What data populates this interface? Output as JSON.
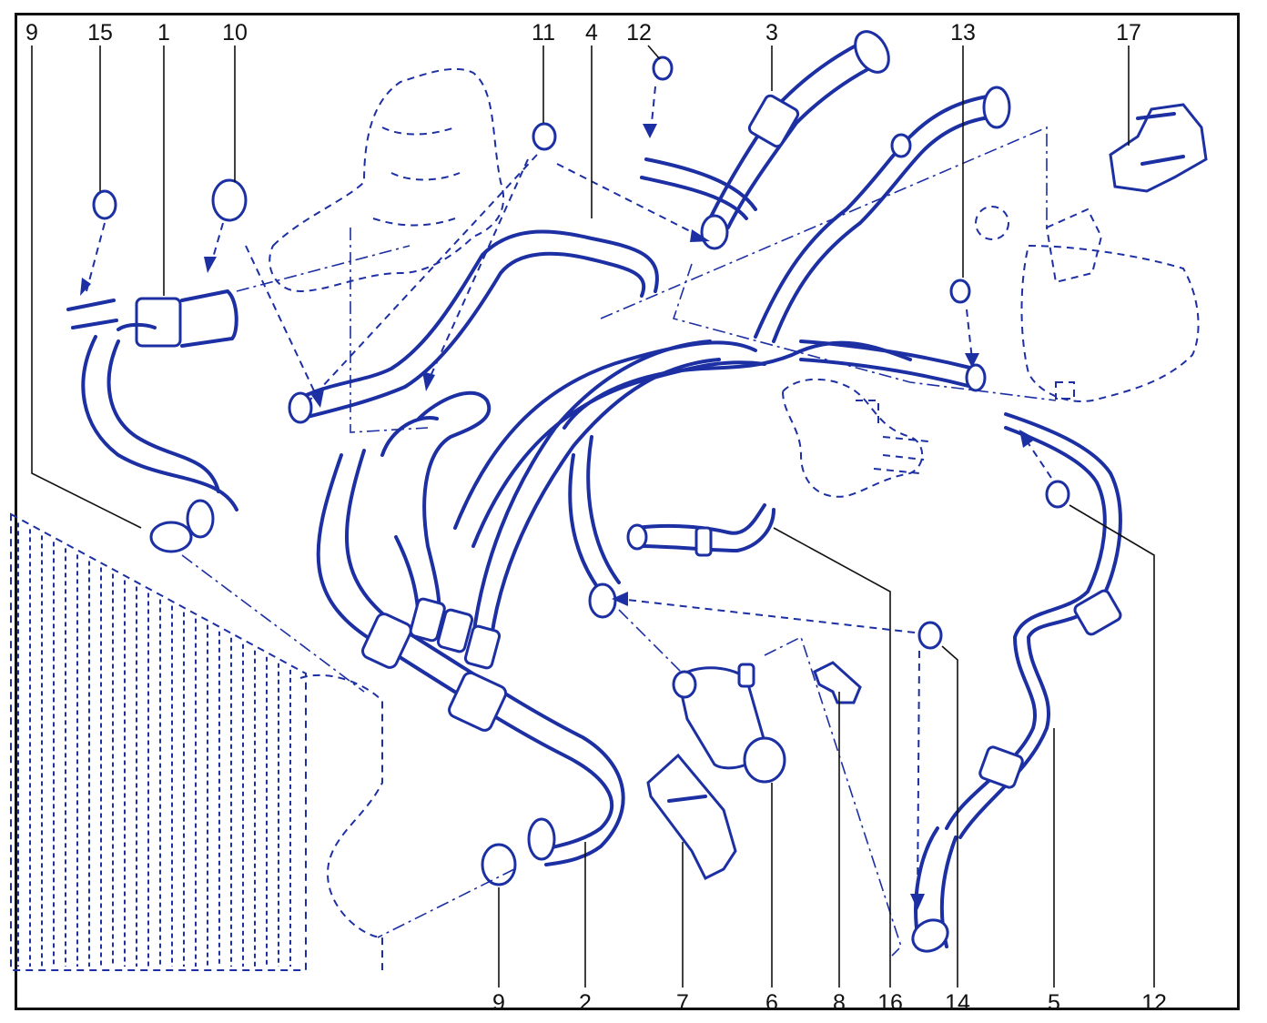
{
  "callouts_top": [
    "9",
    "15",
    "1",
    "10",
    "11",
    "4",
    "12",
    "3",
    "13",
    "17"
  ],
  "callouts_bottom": [
    "9",
    "2",
    "7",
    "6",
    "8",
    "16",
    "14",
    "5",
    "12"
  ],
  "colors": {
    "line": "#1c2fa3",
    "text": "#111111",
    "frame": "#111111"
  },
  "icons": [
    "hose",
    "hose-clamp",
    "coolant-pump",
    "expansion-tank",
    "radiator",
    "bracket",
    "thermostat-housing"
  ]
}
